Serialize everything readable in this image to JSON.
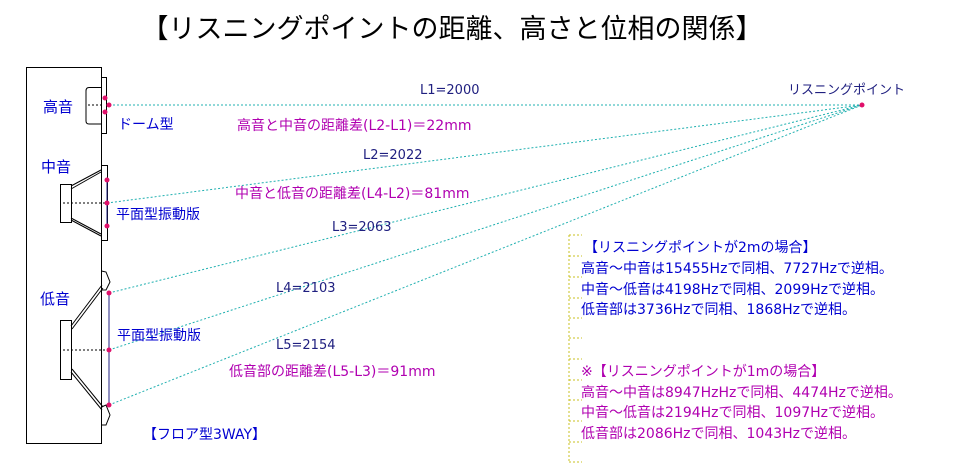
{
  "title": "【リスニングポイントの距離、高さと位相の関係】",
  "labels": {
    "tweeter": "高音",
    "tweeter_type": "ドーム型",
    "mid": "中音",
    "mid_type": "平面型振動版",
    "low": "低音",
    "low_type": "平面型振動版",
    "cabinet": "【フロア型3WAY】",
    "listening_point": "リスニングポイント"
  },
  "distances": {
    "l1": "L1=2000",
    "l2": "L2=2022",
    "l3": "L3=2063",
    "l4": "L4=2103",
    "l5": "L5=2154"
  },
  "differences": {
    "high_mid": "高音と中音の距離差(L2-L1)＝22mm",
    "mid_low": "中音と低音の距離差(L4-L2)＝81mm",
    "low": "低音部の距離差(L5-L3)＝91mm"
  },
  "case_2m": {
    "heading": "【リスニングポイントが2mの場合】",
    "lines": [
      "高音～中音は15455Hzで同相、7727Hzで逆相。",
      "中音～低音は4198Hzで同相、2099Hzで逆相。",
      "低音部は3736Hzで同相、1868Hzで逆相。"
    ]
  },
  "case_1m": {
    "heading": "※【リスニングポイントが1mの場合】",
    "lines": [
      "高音～中音は8947HzHzで同相、4474Hzで逆相。",
      "中音～低音は2194Hzで同相、1097Hzで逆相。",
      "低音部は2086Hzで同相、1043Hzで逆相。"
    ]
  },
  "colors": {
    "blue": "#0000d0",
    "magenta": "#b000b0",
    "line": "#20b0b0",
    "dot": "#e0106a"
  }
}
